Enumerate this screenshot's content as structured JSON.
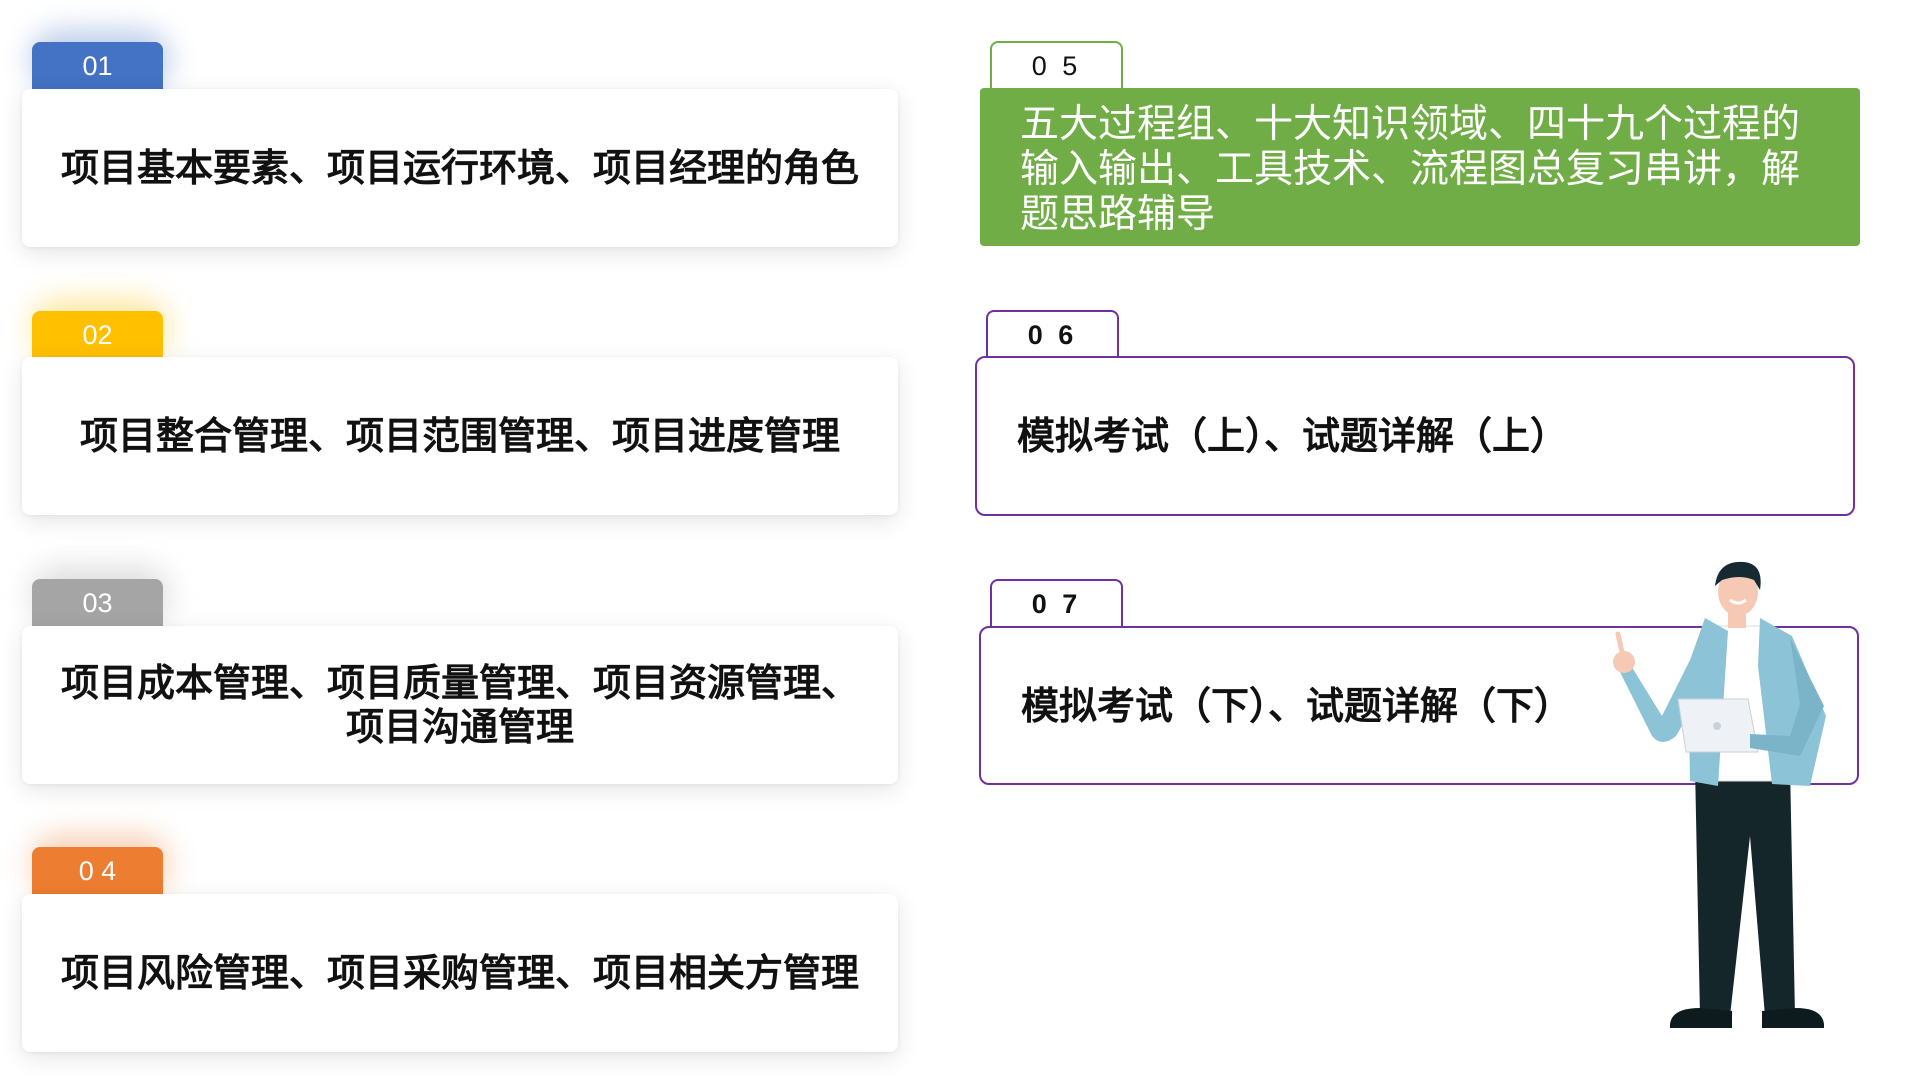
{
  "items": [
    {
      "num": "01",
      "text": "项目基本要素、项目运行环境、项目经理的角色",
      "color": "#4472c4"
    },
    {
      "num": "02",
      "text": "项目整合管理、项目范围管理、项目进度管理",
      "color": "#ffc000"
    },
    {
      "num": "03",
      "text": "项目成本管理、项目质量管理、项目资源管理、\n项目沟通管理",
      "color": "#a5a5a5"
    },
    {
      "num": "0 4",
      "text": "项目风险管理、项目采购管理、项目相关方管理",
      "color": "#ed7d31"
    },
    {
      "num": "0 5",
      "text": "五大过程组、十大知识领域、四十九个过程的输入输出、工具技术、流程图总复习串讲，解题思路辅导",
      "color": "#70ad47"
    },
    {
      "num": "0 6",
      "text": "模拟考试（上）、试题详解（上）",
      "color": "#7030a0"
    },
    {
      "num": "0 7",
      "text": "模拟考试（下）、试题详解（下）",
      "color": "#7030a0"
    }
  ],
  "illustration": {
    "icon": "presenter-with-laptop-illustration"
  }
}
